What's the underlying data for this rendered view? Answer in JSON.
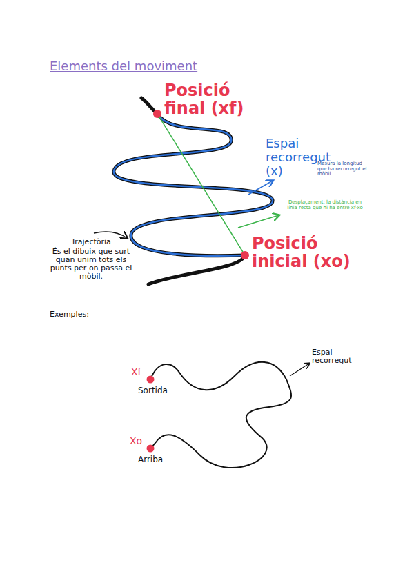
{
  "diagram": {
    "title": "Elements del moviment",
    "labels": [
      "Posició final (xf)",
      "Espai recorregut (x)",
      "Mesura la longitud que ha recorregut el mòbil",
      "Desplaçament: la distància en línia recta que hi ha entre xf-xo",
      "Posició inicial (xo)",
      "Trajectòria",
      "És el dibuix que surt quan unim tots els punts per on passa el mòbil.",
      "Exemples:",
      "Xf",
      "Sortida",
      "Xo",
      "Arriba",
      "Espai recorregut"
    ]
  }
}
